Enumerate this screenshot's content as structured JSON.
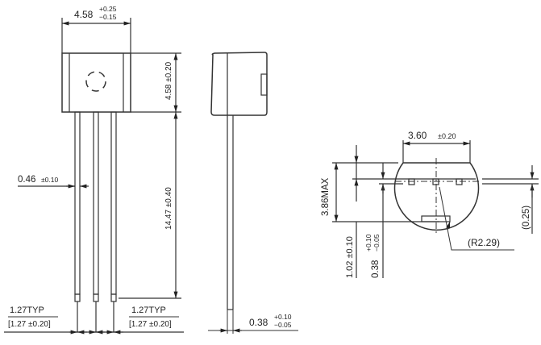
{
  "drawing": {
    "type": "TO-92 package outline drawing",
    "front_view": {
      "body_width": {
        "nominal": "4.58",
        "tol_plus": "+0.25",
        "tol_minus": "−0.15"
      },
      "body_height": {
        "label": "4.58 ±0.20"
      },
      "lead_length": {
        "label": "14.47 ±0.40"
      },
      "lead_width": {
        "nominal": "0.46",
        "tol": "±0.10"
      },
      "pitch_left": {
        "label": "1.27TYP",
        "sub": "[1.27 ±0.20]"
      },
      "pitch_right": {
        "label": "1.27TYP",
        "sub": "[1.27 ±0.20]"
      }
    },
    "side_view": {
      "lead_thickness": {
        "nominal": "0.38",
        "tol_plus": "+0.10",
        "tol_minus": "−0.05"
      }
    },
    "bottom_view": {
      "flat_width": {
        "nominal": "3.60",
        "tol": "±0.20"
      },
      "height_max": {
        "label": "3.86MAX"
      },
      "offset_a": {
        "label": "1.02 ±0.10"
      },
      "offset_b": {
        "nominal": "0.38",
        "tol_plus": "+0.10",
        "tol_minus": "−0.05"
      },
      "radius": {
        "label": "(R2.29)"
      },
      "ref_dim": {
        "label": "(0.25)"
      }
    }
  },
  "colors": {
    "line": "#222222",
    "dim": "#444444",
    "background": "#ffffff"
  }
}
